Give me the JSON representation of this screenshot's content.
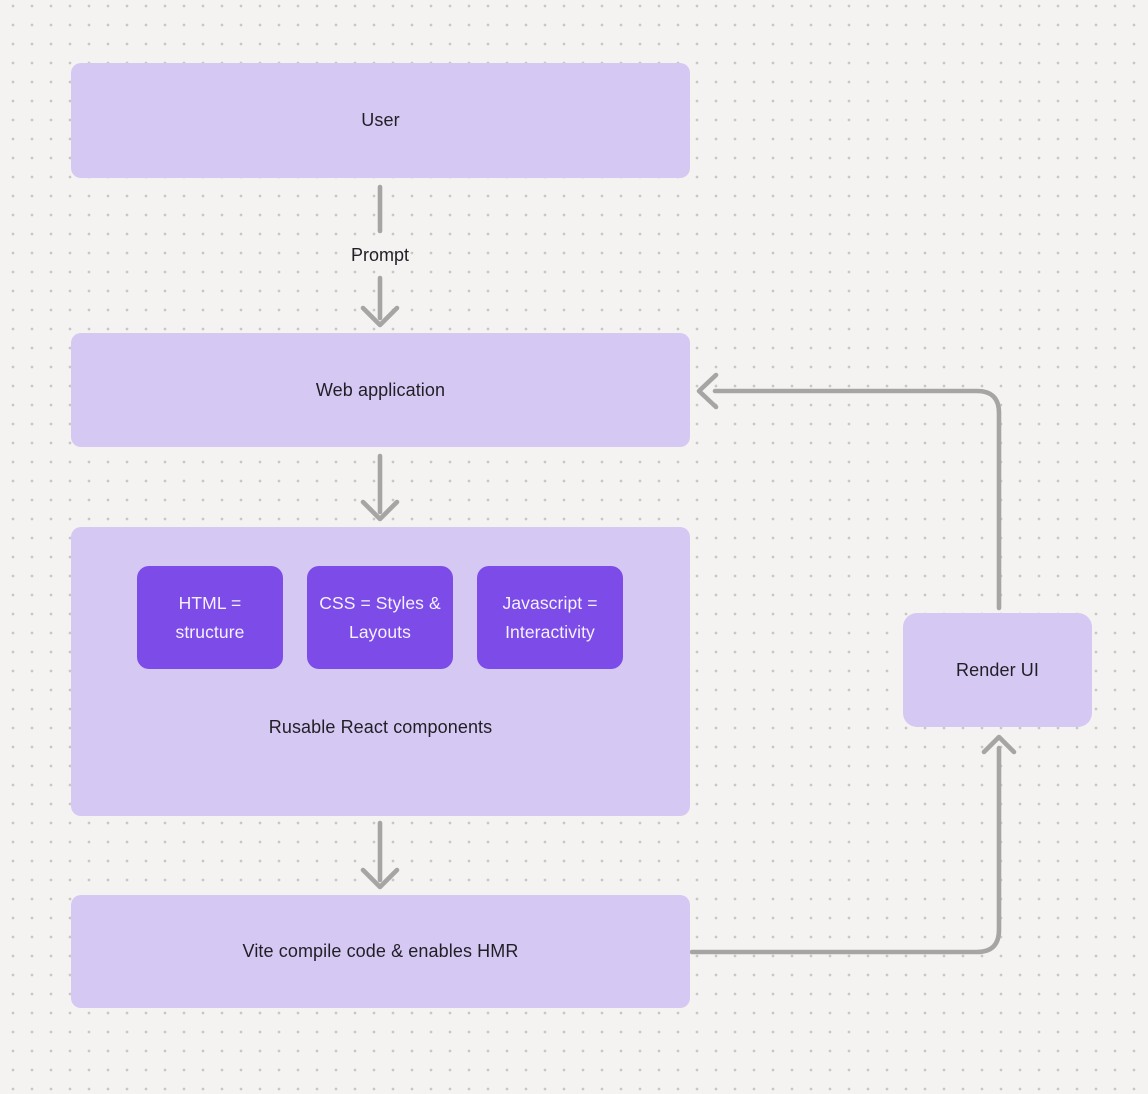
{
  "diagram": {
    "nodes": {
      "user": {
        "label": "User"
      },
      "web_application": {
        "label": "Web application"
      },
      "components_group": {
        "caption": "Rusable React components",
        "items": [
          {
            "label": "HTML = structure"
          },
          {
            "label": "CSS = Styles & Layouts"
          },
          {
            "label": "Javascript = Interactivity"
          }
        ]
      },
      "vite": {
        "label": "Vite compile code & enables HMR"
      },
      "render_ui": {
        "label": "Render UI"
      }
    },
    "edges": {
      "prompt_label": "Prompt"
    },
    "colors": {
      "canvas_background": "#f4f3f1",
      "grid_dot": "#c9c7c5",
      "node_fill": "#d5c8f3",
      "component_chip_fill": "#7c4be8",
      "component_chip_text": "#f5f1fe",
      "node_text": "#211f26",
      "connector": "#a7a5a3"
    }
  }
}
